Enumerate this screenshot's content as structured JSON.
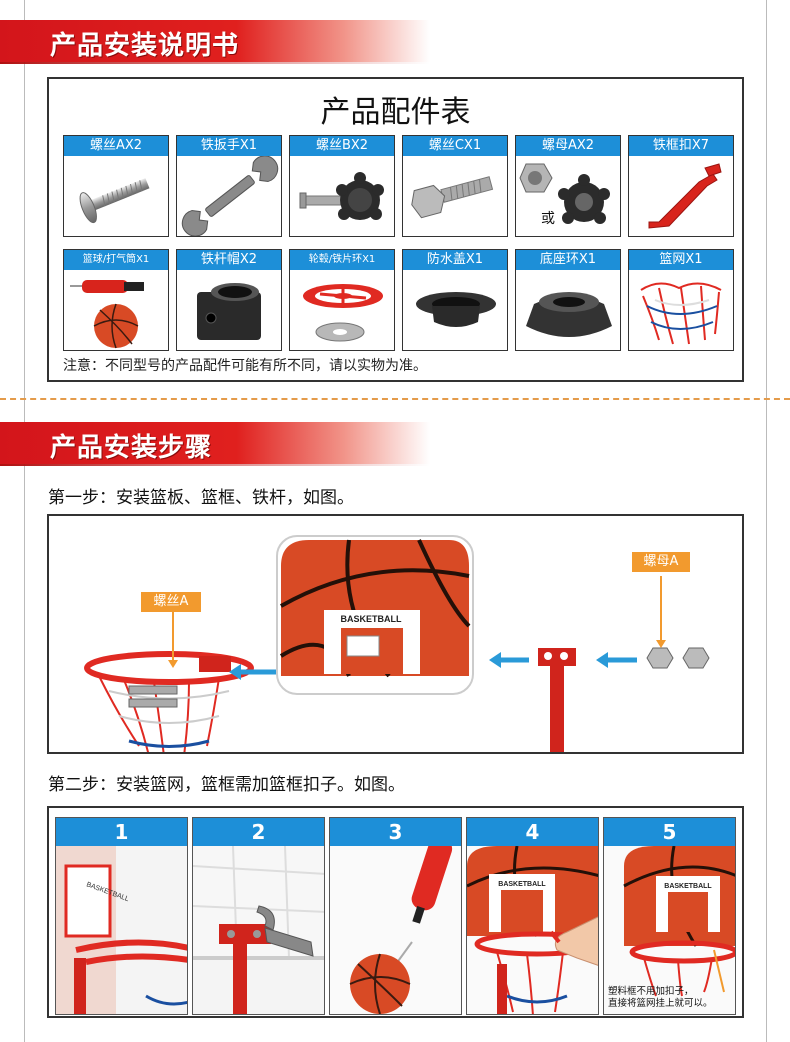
{
  "header1": "产品安装说明书",
  "parts_title": "产品配件表",
  "parts": [
    {
      "label": "螺丝AX2",
      "icon": "bolt-a-icon"
    },
    {
      "label": "铁扳手X1",
      "icon": "wrench-icon"
    },
    {
      "label": "螺丝BX2",
      "icon": "knob-bolt-icon"
    },
    {
      "label": "螺丝CX1",
      "icon": "hex-bolt-icon"
    },
    {
      "label": "螺母AX2",
      "icon": "nut-icon"
    },
    {
      "label": "铁框扣X7",
      "icon": "rim-clip-icon"
    },
    {
      "label": "篮球/打气筒X1",
      "icon": "ball-pump-icon"
    },
    {
      "label": "铁杆帽X2",
      "icon": "pole-cap-icon"
    },
    {
      "label": "轮毂/铁片环X1",
      "icon": "hub-ring-icon"
    },
    {
      "label": "防水盖X1",
      "icon": "waterproof-cap-icon"
    },
    {
      "label": "底座环X1",
      "icon": "base-ring-icon"
    },
    {
      "label": "篮网X1",
      "icon": "net-icon"
    }
  ],
  "nut_or": "或",
  "note": "注意：不同型号的产品配件可能有所不同，请以实物为准。",
  "header2": "产品安装步骤",
  "step1": "第一步：安装篮板、篮框、铁杆，如图。",
  "step1_tags": {
    "screw": "螺丝A",
    "nut": "螺母A"
  },
  "backboard_text": "BASKETBALL",
  "step2": "第二步：安装篮网，篮框需加篮框扣子。如图。",
  "panels": [
    "1",
    "2",
    "3",
    "4",
    "5"
  ],
  "panel5_tip_1": "塑料框不用加扣子，",
  "panel5_tip_2": "直接将篮网挂上就可以。",
  "colors": {
    "accent_red": "#d3151b",
    "caption_blue": "#1d8fd8",
    "tag_orange": "#f29a2e",
    "arrow_blue": "#2a9ad8"
  }
}
